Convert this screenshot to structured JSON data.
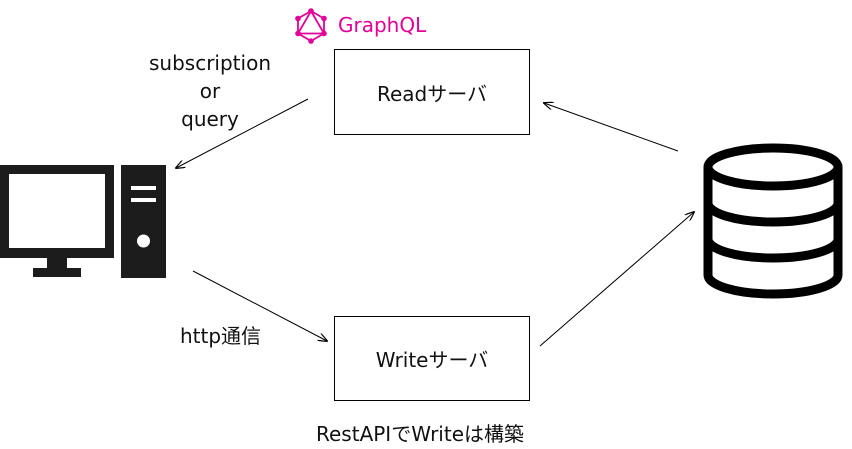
{
  "graphql": {
    "label": "GraphQL",
    "color": "#e10098",
    "icon": "graphql-logo-icon"
  },
  "read_server": {
    "label": "Readサーバ"
  },
  "write_server": {
    "label": "Writeサーバ"
  },
  "read_edge_label": {
    "line1": "subscription",
    "line2": "or",
    "line3": "query"
  },
  "write_edge_label": "http通信",
  "caption": "RestAPIでWriteは構築",
  "client": {
    "icon": "desktop-computer-icon"
  },
  "database": {
    "icon": "database-icon"
  },
  "colors": {
    "line": "#000000",
    "text": "#111111"
  }
}
